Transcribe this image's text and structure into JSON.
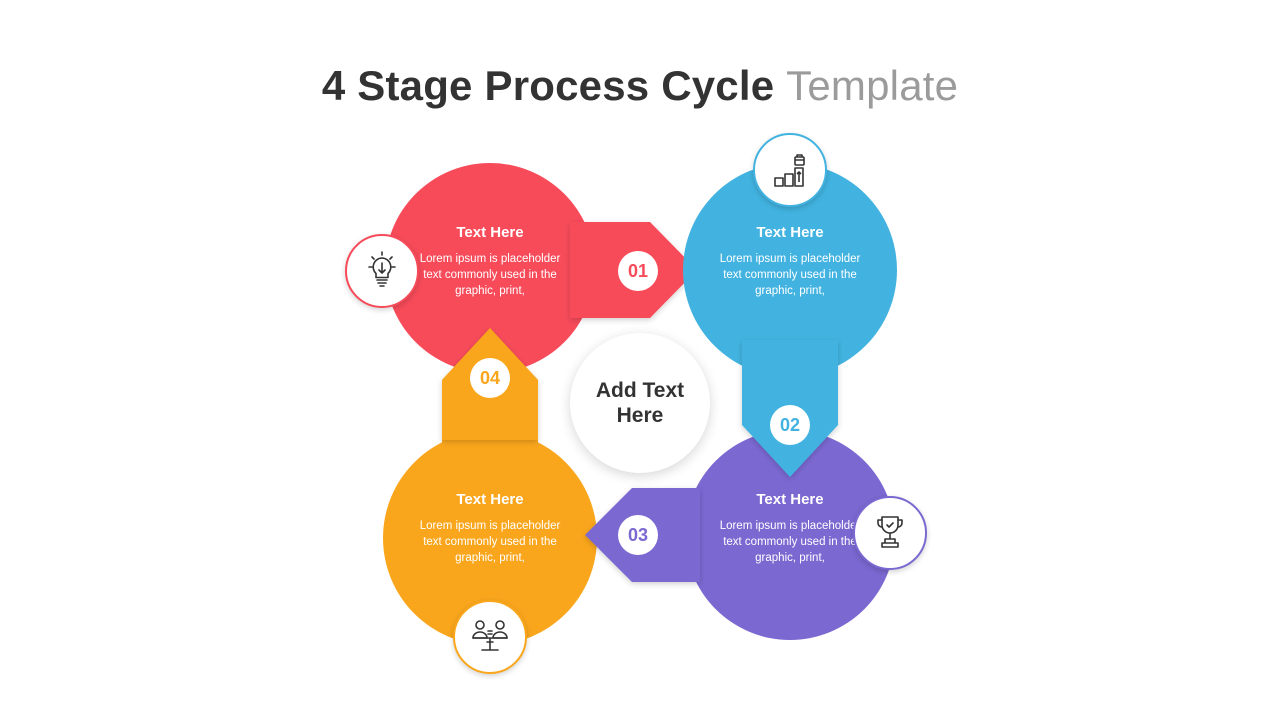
{
  "title": {
    "main": "4 Stage Process Cycle",
    "accent": "Template"
  },
  "center_text": "Add Text Here",
  "stages": [
    {
      "number": "01",
      "title": "Text Here",
      "body": "Lorem ipsum is placeholder text commonly used in the graphic, print,",
      "color": "#F74B5A",
      "icon": "lightbulb-icon"
    },
    {
      "number": "02",
      "title": "Text Here",
      "body": "Lorem ipsum is placeholder text commonly used in the graphic, print,",
      "color": "#42B3E0",
      "icon": "growth-chart-icon"
    },
    {
      "number": "03",
      "title": "Text Here",
      "body": "Lorem ipsum is placeholder text commonly used in the graphic, print,",
      "color": "#7B68D1",
      "icon": "trophy-icon"
    },
    {
      "number": "04",
      "title": "Text Here",
      "body": "Lorem ipsum is placeholder text commonly used in the graphic, print,",
      "color": "#F9A61C",
      "icon": "balance-people-icon"
    }
  ]
}
